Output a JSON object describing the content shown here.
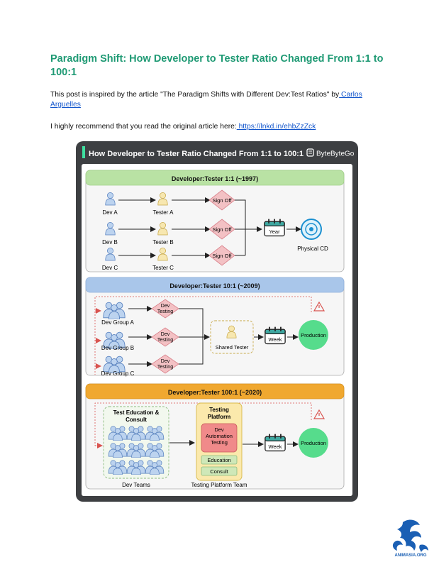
{
  "document": {
    "title": "Paradigm Shift: How Developer to Tester Ratio Changed From 1:1 to 100:1",
    "intro_text": "This post is inspired by the article \"The Paradigm Shifts with Different Dev:Test Ratios\" by",
    "intro_link": " Carlos Arguelles",
    "recommend_text": "I highly recommend that you read the original article here:",
    "recommend_link": " https://lnkd.in/ehbZzZck"
  },
  "infographic": {
    "title": "How Developer to Tester Ratio Changed From 1:1 to 100:1",
    "brand": "ByteByteGo",
    "section1": {
      "header": "Developer:Tester 1:1 (~1997)",
      "devs": [
        "Dev A",
        "Dev B",
        "Dev C"
      ],
      "testers": [
        "Tester A",
        "Tester B",
        "Tester C"
      ],
      "signoff": "Sign Off",
      "calendar": "Year",
      "output": "Physical  CD"
    },
    "section2": {
      "header": "Developer:Tester 10:1 (~2009)",
      "groups": [
        "Dev Group A",
        "Dev Group B",
        "Dev Group C"
      ],
      "testing_l1": "Dev",
      "testing_l2": "Testing",
      "shared": "Shared Tester",
      "calendar": "Week",
      "output": "Production"
    },
    "section3": {
      "header": "Developer:Tester 100:1 (~2020)",
      "education_title_l1": "Test Education &",
      "education_title_l2": "Consult",
      "dev_teams": "Dev Teams",
      "platform_title_l1": "Testing",
      "platform_title_l2": "Platform",
      "automation_l1": "Dev",
      "automation_l2": "Automation",
      "automation_l3": "Testing",
      "education": "Education",
      "consult": "Consult",
      "platform_team": "Testing Platform Team",
      "calendar": "Week",
      "output": "Production"
    }
  },
  "watermark": {
    "text": "ANIMASIA.ORG"
  },
  "colors": {
    "title_green": "#1f9a74",
    "link_blue": "#1155cc",
    "frame": "#3d3f42",
    "green_header": "#b9e2a4",
    "blue_header": "#a9c6ea",
    "orange_header": "#f0a830",
    "production": "#56dc8c",
    "signoff": "#f3c1c4",
    "tester": "#f7e7b0",
    "dev": "#bcd3ef"
  }
}
